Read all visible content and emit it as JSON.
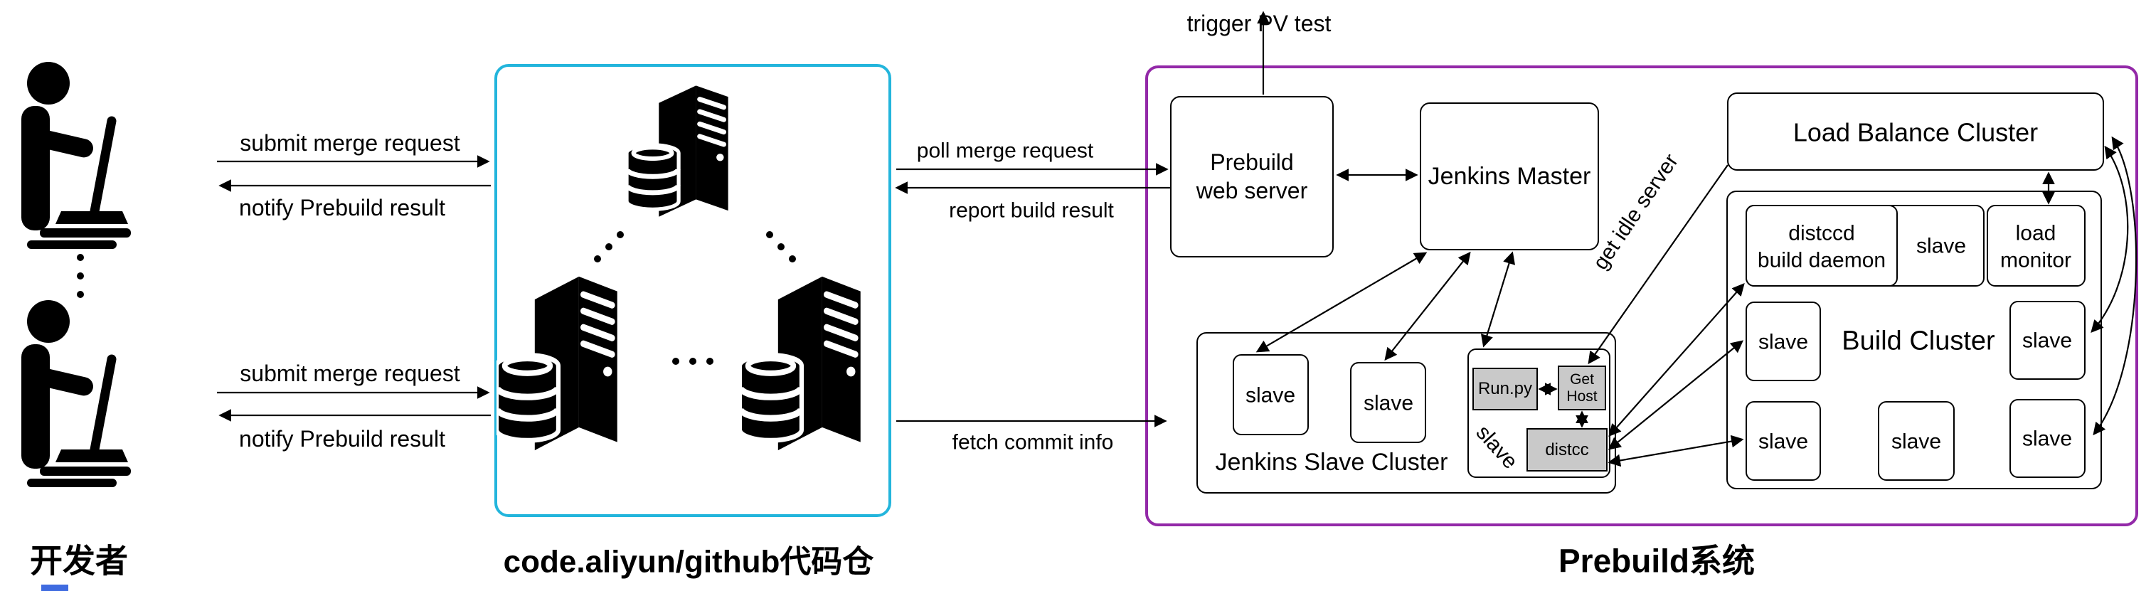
{
  "colors": {
    "repo_border": "#23b5dc",
    "system_border": "#9329a8",
    "gray_box": "#c9c9c9",
    "line": "#000000",
    "bottom_artifact": "#3f6be0"
  },
  "icons": {
    "developer": "person-at-laptop-icon",
    "repository": "server-with-database-icon",
    "ellipsis": "vertical-dots-icon"
  },
  "left": {
    "developer_label": "开发者",
    "submit": "submit merge request",
    "notify": "notify Prebuild result"
  },
  "repo": {
    "label": "code.aliyun/github代码仓"
  },
  "connectors": {
    "poll": "poll merge request",
    "report": "report build result",
    "fetch": "fetch commit info",
    "trigger": "trigger PV test",
    "get_idle": "get idle server"
  },
  "system": {
    "label": "Prebuild系统",
    "prebuild_ws": {
      "line1": "Prebuild",
      "line2": "web server"
    },
    "jenkins_master": "Jenkins Master",
    "slave_cluster": {
      "label": "Jenkins Slave Cluster",
      "slave1": "slave",
      "slave2": "slave",
      "scripted": {
        "label": "slave",
        "runpy": "Run.py",
        "gethost1": "Get",
        "gethost2": "Host",
        "distcc": "distcc"
      }
    },
    "load_balance": {
      "label": "Load Balance Cluster"
    },
    "build_cluster": {
      "label": "Build Cluster",
      "distccd1": "distccd",
      "distccd2": "build daemon",
      "row1_slave": "slave",
      "loadmon1": "load",
      "loadmon2": "monitor",
      "row2_left": "slave",
      "row2_right": "slave",
      "row3_left": "slave",
      "row3_mid": "slave",
      "row3_right": "slave"
    }
  }
}
